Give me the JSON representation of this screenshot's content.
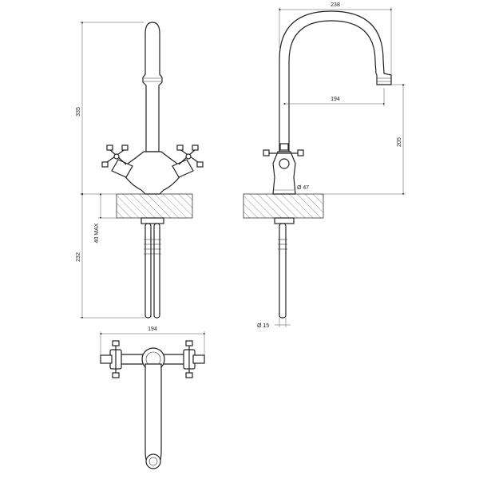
{
  "drawing": {
    "dimensions": {
      "front_height": "335",
      "front_below": "232",
      "front_max": "40 MAX",
      "side_width": "238",
      "side_reach": "194",
      "side_spout_height": "205",
      "side_base_diameter": "Ø 47",
      "side_pipe_diameter": "Ø 15",
      "top_width": "194"
    }
  }
}
